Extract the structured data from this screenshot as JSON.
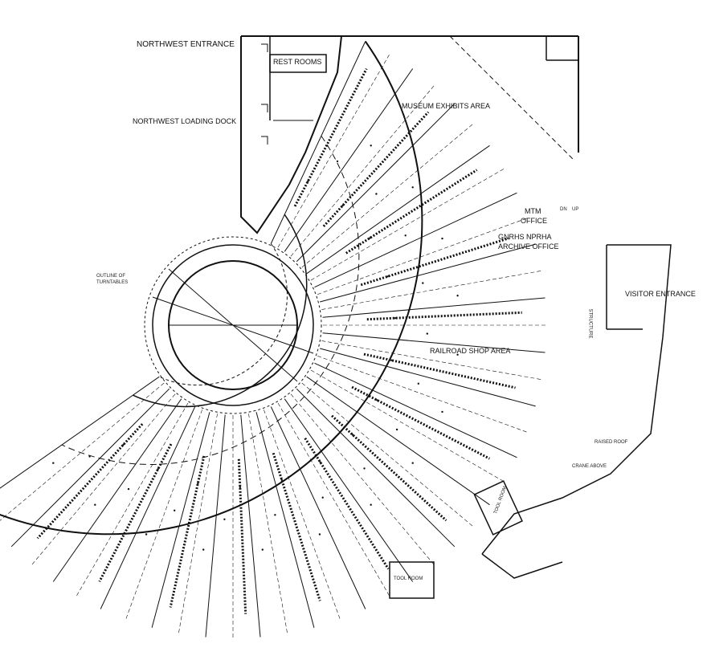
{
  "labels": {
    "northwest_entrance": "NORTHWEST ENTRANCE",
    "northwest_loading_dock": "NORTHWEST LOADING DOCK",
    "rest_rooms": "REST ROOMS",
    "museum_exhibits_area": "MUSEUM EXHIBITS AREA",
    "mtm_office_line1": "MTM",
    "mtm_office_line2": "OFFICE",
    "archive_office_line1": "GNRHS NPRHA",
    "archive_office_line2": "ARCHIVE OFFICE",
    "visitor_entrance": "VISITOR ENTRANCE",
    "railroad_shop_area": "RAILROAD SHOP AREA",
    "outline_of_turntables": "OUTLINE OF TURNTABLES",
    "raised_roof": "RAISED ROOF",
    "crane_above": "CRANE ABOVE",
    "tool_room": "TOOL ROOM",
    "dn": "DN",
    "up": "UP",
    "structure": "STRUCTURE"
  }
}
